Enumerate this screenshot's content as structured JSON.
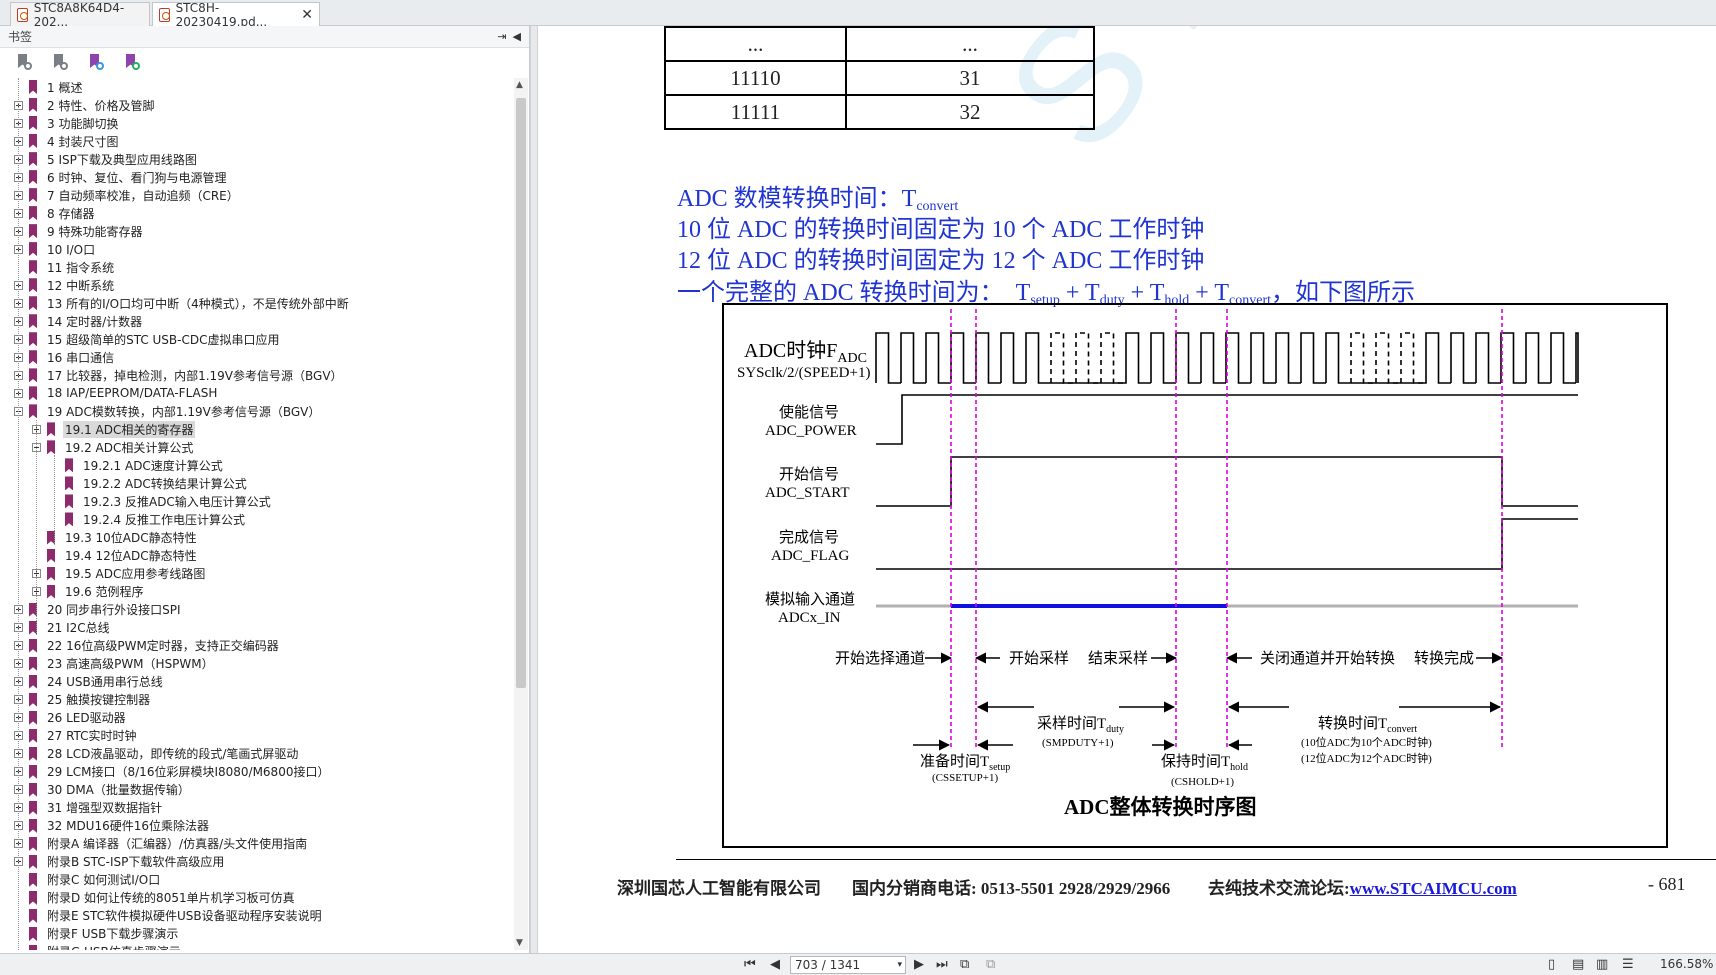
{
  "tabs": [
    {
      "label": "STC8A8K64D4-202...",
      "active": false
    },
    {
      "label": "STC8H-20230419.pd...",
      "active": true
    }
  ],
  "sidebar": {
    "title": "书签",
    "bookmarks": [
      {
        "label": "1 概述",
        "level": 0,
        "expander": "none"
      },
      {
        "label": "2 特性、价格及管脚",
        "level": 0,
        "expander": "plus"
      },
      {
        "label": "3 功能脚切换",
        "level": 0,
        "expander": "plus"
      },
      {
        "label": "4 封装尺寸图",
        "level": 0,
        "expander": "plus"
      },
      {
        "label": "5 ISP下载及典型应用线路图",
        "level": 0,
        "expander": "plus"
      },
      {
        "label": "6 时钟、复位、看门狗与电源管理",
        "level": 0,
        "expander": "plus"
      },
      {
        "label": "7 自动频率校准，自动追频（CRE）",
        "level": 0,
        "expander": "plus"
      },
      {
        "label": "8 存储器",
        "level": 0,
        "expander": "plus"
      },
      {
        "label": "9 特殊功能寄存器",
        "level": 0,
        "expander": "plus"
      },
      {
        "label": "10 I/O口",
        "level": 0,
        "expander": "plus"
      },
      {
        "label": "11 指令系统",
        "level": 0,
        "expander": "none"
      },
      {
        "label": "12 中断系统",
        "level": 0,
        "expander": "plus"
      },
      {
        "label": "13 所有的I/O口均可中断（4种模式），不是传统外部中断",
        "level": 0,
        "expander": "plus"
      },
      {
        "label": "14 定时器/计数器",
        "level": 0,
        "expander": "plus"
      },
      {
        "label": "15 超级简单的STC USB-CDC虚拟串口应用",
        "level": 0,
        "expander": "plus"
      },
      {
        "label": "16 串口通信",
        "level": 0,
        "expander": "plus"
      },
      {
        "label": "17 比较器，掉电检测，内部1.19V参考信号源（BGV）",
        "level": 0,
        "expander": "plus"
      },
      {
        "label": "18 IAP/EEPROM/DATA-FLASH",
        "level": 0,
        "expander": "plus"
      },
      {
        "label": "19 ADC模数转换，内部1.19V参考信号源（BGV）",
        "level": 0,
        "expander": "minus"
      },
      {
        "label": "19.1 ADC相关的寄存器",
        "level": 1,
        "expander": "plus",
        "selected": true
      },
      {
        "label": "19.2 ADC相关计算公式",
        "level": 1,
        "expander": "minus"
      },
      {
        "label": "19.2.1 ADC速度计算公式",
        "level": 2,
        "expander": "none"
      },
      {
        "label": "19.2.2 ADC转换结果计算公式",
        "level": 2,
        "expander": "none"
      },
      {
        "label": "19.2.3 反推ADC输入电压计算公式",
        "level": 2,
        "expander": "none"
      },
      {
        "label": "19.2.4 反推工作电压计算公式",
        "level": 2,
        "expander": "none"
      },
      {
        "label": "19.3 10位ADC静态特性",
        "level": 1,
        "expander": "none"
      },
      {
        "label": "19.4 12位ADC静态特性",
        "level": 1,
        "expander": "none"
      },
      {
        "label": "19.5 ADC应用参考线路图",
        "level": 1,
        "expander": "plus"
      },
      {
        "label": "19.6 范例程序",
        "level": 1,
        "expander": "plus"
      },
      {
        "label": "20 同步串行外设接口SPI",
        "level": 0,
        "expander": "plus"
      },
      {
        "label": "21 I2C总线",
        "level": 0,
        "expander": "plus"
      },
      {
        "label": "22 16位高级PWM定时器，支持正交编码器",
        "level": 0,
        "expander": "plus"
      },
      {
        "label": "23 高速高级PWM（HSPWM）",
        "level": 0,
        "expander": "plus"
      },
      {
        "label": "24 USB通用串行总线",
        "level": 0,
        "expander": "plus"
      },
      {
        "label": "25 触摸按键控制器",
        "level": 0,
        "expander": "plus"
      },
      {
        "label": "26 LED驱动器",
        "level": 0,
        "expander": "plus"
      },
      {
        "label": "27 RTC实时时钟",
        "level": 0,
        "expander": "plus"
      },
      {
        "label": "28 LCD液晶驱动，即传统的段式/笔画式屏驱动",
        "level": 0,
        "expander": "plus"
      },
      {
        "label": "29 LCM接口（8/16位彩屏模块I8080/M6800接口）",
        "level": 0,
        "expander": "plus"
      },
      {
        "label": "30 DMA（批量数据传输）",
        "level": 0,
        "expander": "plus"
      },
      {
        "label": "31 增强型双数据指针",
        "level": 0,
        "expander": "plus"
      },
      {
        "label": "32 MDU16硬件16位乘除法器",
        "level": 0,
        "expander": "plus"
      },
      {
        "label": "附录A 编译器（汇编器）/仿真器/头文件使用指南",
        "level": 0,
        "expander": "plus"
      },
      {
        "label": "附录B STC-ISP下载软件高级应用",
        "level": 0,
        "expander": "plus"
      },
      {
        "label": "附录C 如何测试I/O口",
        "level": 0,
        "expander": "none"
      },
      {
        "label": "附录D 如何让传统的8051单片机学习板可仿真",
        "level": 0,
        "expander": "none"
      },
      {
        "label": "附录E STC软件模拟硬件USB设备驱动程序安装说明",
        "level": 0,
        "expander": "none"
      },
      {
        "label": "附录F USB下载步骤演示",
        "level": 0,
        "expander": "none"
      },
      {
        "label": "附录G USB仿真步骤演示",
        "level": 0,
        "expander": "none"
      }
    ]
  },
  "document": {
    "watermark": "STC MCU",
    "table_rows": [
      [
        "...",
        "..."
      ],
      [
        "11110",
        "31"
      ],
      [
        "11111",
        "32"
      ]
    ],
    "line1": {
      "text": "ADC 数模转换时间：T",
      "sub": "convert"
    },
    "line2": "10 位 ADC 的转换时间固定为 10 个 ADC 工作时钟",
    "line3": "12 位 ADC 的转换时间固定为 12 个 ADC 工作时钟",
    "line4": {
      "prefix": "一个完整的 ADC 转换时间为：",
      "t1": "T",
      "s1": "setup",
      "t2": "T",
      "s2": "duty",
      "t3": "T",
      "s3": "hold",
      "t4": "T",
      "s4": "convert",
      "suffix": "，如下图所示"
    },
    "figure": {
      "clock_label": "ADC时钟F",
      "clock_label_sub": "ADC",
      "clock_label2": "SYSclk/2/(SPEED+1)",
      "power_label": "使能信号",
      "power_label2": "ADC_POWER",
      "start_label": "开始信号",
      "start_label2": "ADC_START",
      "flag_label": "完成信号",
      "flag_label2": "ADC_FLAG",
      "input_label": "模拟输入通道",
      "input_label2": "ADCx_IN",
      "phase_select": "开始选择通道",
      "phase_sample": "开始采样",
      "phase_end": "结束采样",
      "phase_close": "关闭通道并开始转换",
      "phase_done": "转换完成",
      "setup_label": "准备时间T",
      "setup_sub": "setup",
      "setup_formula": "(CSSETUP+1)",
      "duty_label": "采样时间T",
      "duty_sub": "duty",
      "duty_formula": "(SMPDUTY+1)",
      "hold_label": "保持时间T",
      "hold_sub": "hold",
      "hold_formula": "(CSHOLD+1)",
      "convert_label": "转换时间T",
      "convert_sub": "convert",
      "convert_note1": "(10位ADC为10个ADC时钟)",
      "convert_note2": "(12位ADC为12个ADC时钟)",
      "title": "ADC整体转换时序图",
      "colors": {
        "marker": "#e000e0",
        "input_active": "#1010e0",
        "input_idle": "#b0b0b0"
      }
    },
    "footer": {
      "company": "深圳国芯人工智能有限公司",
      "phone": "国内分销商电话: 0513-5501 2928/2929/2966",
      "forum_prefix": "去纯技术交流论坛:",
      "forum_link": "www.STCAIMCU.com",
      "page": "- 681"
    }
  },
  "statusbar": {
    "page_value": "703 / 1341",
    "zoom": "166.58%"
  }
}
